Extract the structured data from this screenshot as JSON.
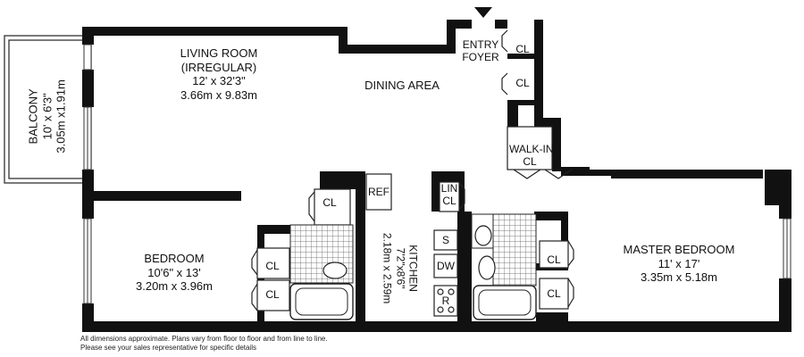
{
  "rooms": {
    "living_room": {
      "name": "LIVING ROOM",
      "note": "(IRREGULAR)",
      "dim_ft": "12' x 32'3\"",
      "dim_m": "3.66m x 9.83m"
    },
    "dining_area": {
      "name": "DINING AREA"
    },
    "balcony": {
      "name": "BALCONY",
      "dim_ft": "10' x 6'3\"",
      "dim_m": "3.05m x1.91m"
    },
    "bedroom": {
      "name": "BEDROOM",
      "dim_ft": "10'6\" x 13'",
      "dim_m": "3.20m x 3.96m"
    },
    "master_bedroom": {
      "name": "MASTER BEDROOM",
      "dim_ft": "11' x 17'",
      "dim_m": "3.35m x 5.18m"
    },
    "kitchen": {
      "name": "KITCHEN",
      "dim_ft": "7'2\"x8'6\"",
      "dim_m": "2.18m x 2.59m"
    },
    "entry_foyer": {
      "line1": "ENTRY",
      "line2": "FOYER"
    },
    "walk_in": {
      "line1": "WALK-IN",
      "line2": "CL"
    },
    "lin_cl": {
      "line1": "LIN",
      "line2": "CL"
    }
  },
  "closet_label": "CL",
  "appliances": {
    "refrigerator": "REF",
    "sink": "S",
    "dishwasher": "DW",
    "range": "R"
  },
  "disclaimer": {
    "line1": "All dimensions approximate. Plans vary from floor to floor and from line to line.",
    "line2": "Please see your sales representative for specific details"
  }
}
